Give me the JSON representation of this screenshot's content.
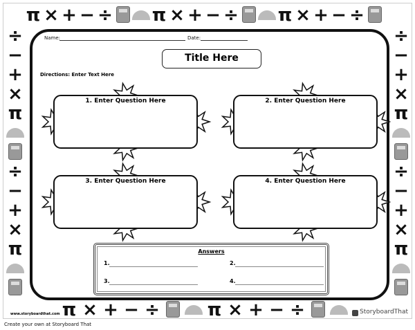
{
  "border": {
    "symbols": [
      "π",
      "×",
      "+",
      "−",
      "÷",
      "calculator",
      "protractor"
    ]
  },
  "header": {
    "name_label": "Name:",
    "date_label": "Date:"
  },
  "title": "Title Here",
  "directions": "Directions: Enter Text Here",
  "questions": [
    "1. Enter Question Here",
    "2. Enter Question Here",
    "3. Enter Question Here",
    "4. Enter Question Here"
  ],
  "answers": {
    "title": "Answers",
    "labels": [
      "1.",
      "2.",
      "3.",
      "4."
    ]
  },
  "footer": {
    "url": "www.storyboardthat.com",
    "brand": "StoryboardThat",
    "cta": "Create your own at Storyboard That"
  }
}
